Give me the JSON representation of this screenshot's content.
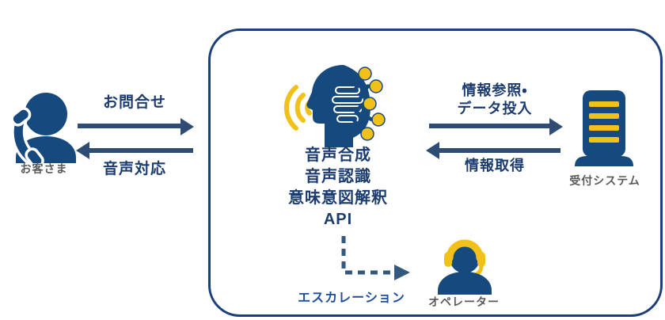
{
  "diagram": {
    "customer": {
      "label": "お客さま",
      "icon": "person-with-phone"
    },
    "flows_left": {
      "inquiry": "お問合せ",
      "voice_response": "音声対応"
    },
    "ai_core": {
      "lines": [
        "音声合成",
        "音声認識",
        "意味意図解釈",
        "API"
      ],
      "icon": "head-with-sound-waves-and-circuit-nodes"
    },
    "flows_right": {
      "reference_line1": "情報参照・",
      "reference_line2": "データ投入",
      "info_fetch": "情報取得"
    },
    "system": {
      "label": "受付システム",
      "icon": "server-tower"
    },
    "escalation": {
      "label": "エスカレーション"
    },
    "operator": {
      "label": "オペレーター",
      "icon": "person-with-headset"
    },
    "colors": {
      "primary_navy": "#164A7F",
      "accent_yellow": "#F2C119",
      "arrow_blue": "#2F4D74",
      "label_navy": "#1C3C6F",
      "label_gray": "#595959",
      "escalation_blue": "#1F4E9B",
      "box_border": "#1C3F7A"
    }
  }
}
